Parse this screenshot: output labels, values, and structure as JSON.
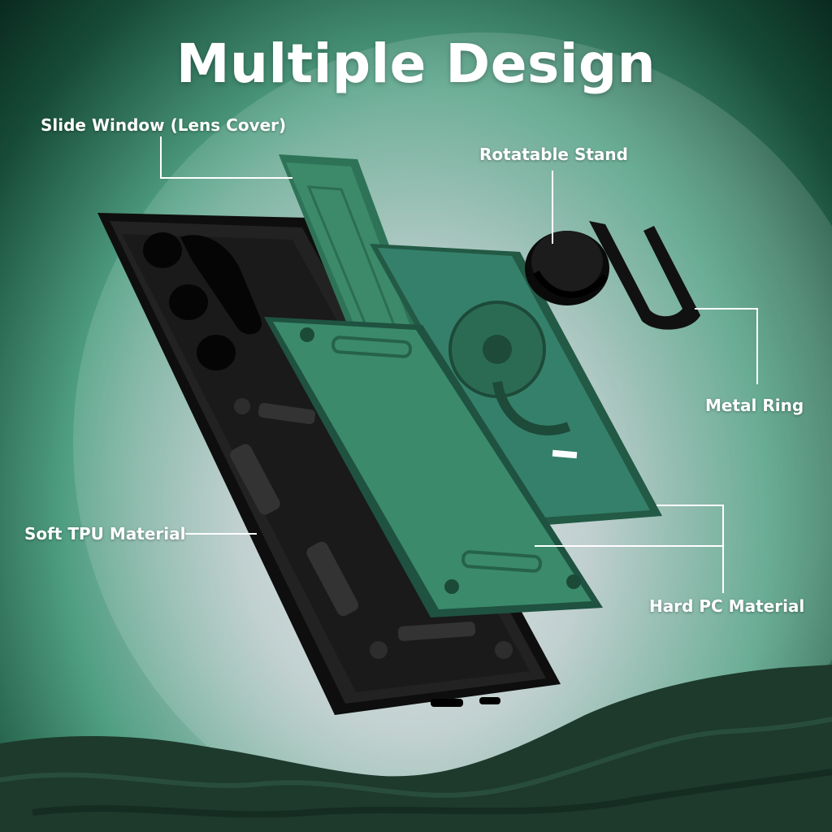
{
  "title": "Multiple Design",
  "callouts": {
    "slide_window": "Slide Window (Lens Cover)",
    "rotatable_stand": "Rotatable Stand",
    "metal_ring": "Metal Ring",
    "soft_tpu": "Soft TPU Material",
    "hard_pc": "Hard PC Material"
  },
  "colors": {
    "case_green": "#2e7358",
    "case_green_light": "#4f9a7b",
    "case_black": "#151515",
    "rock": "#1f3a2e"
  }
}
